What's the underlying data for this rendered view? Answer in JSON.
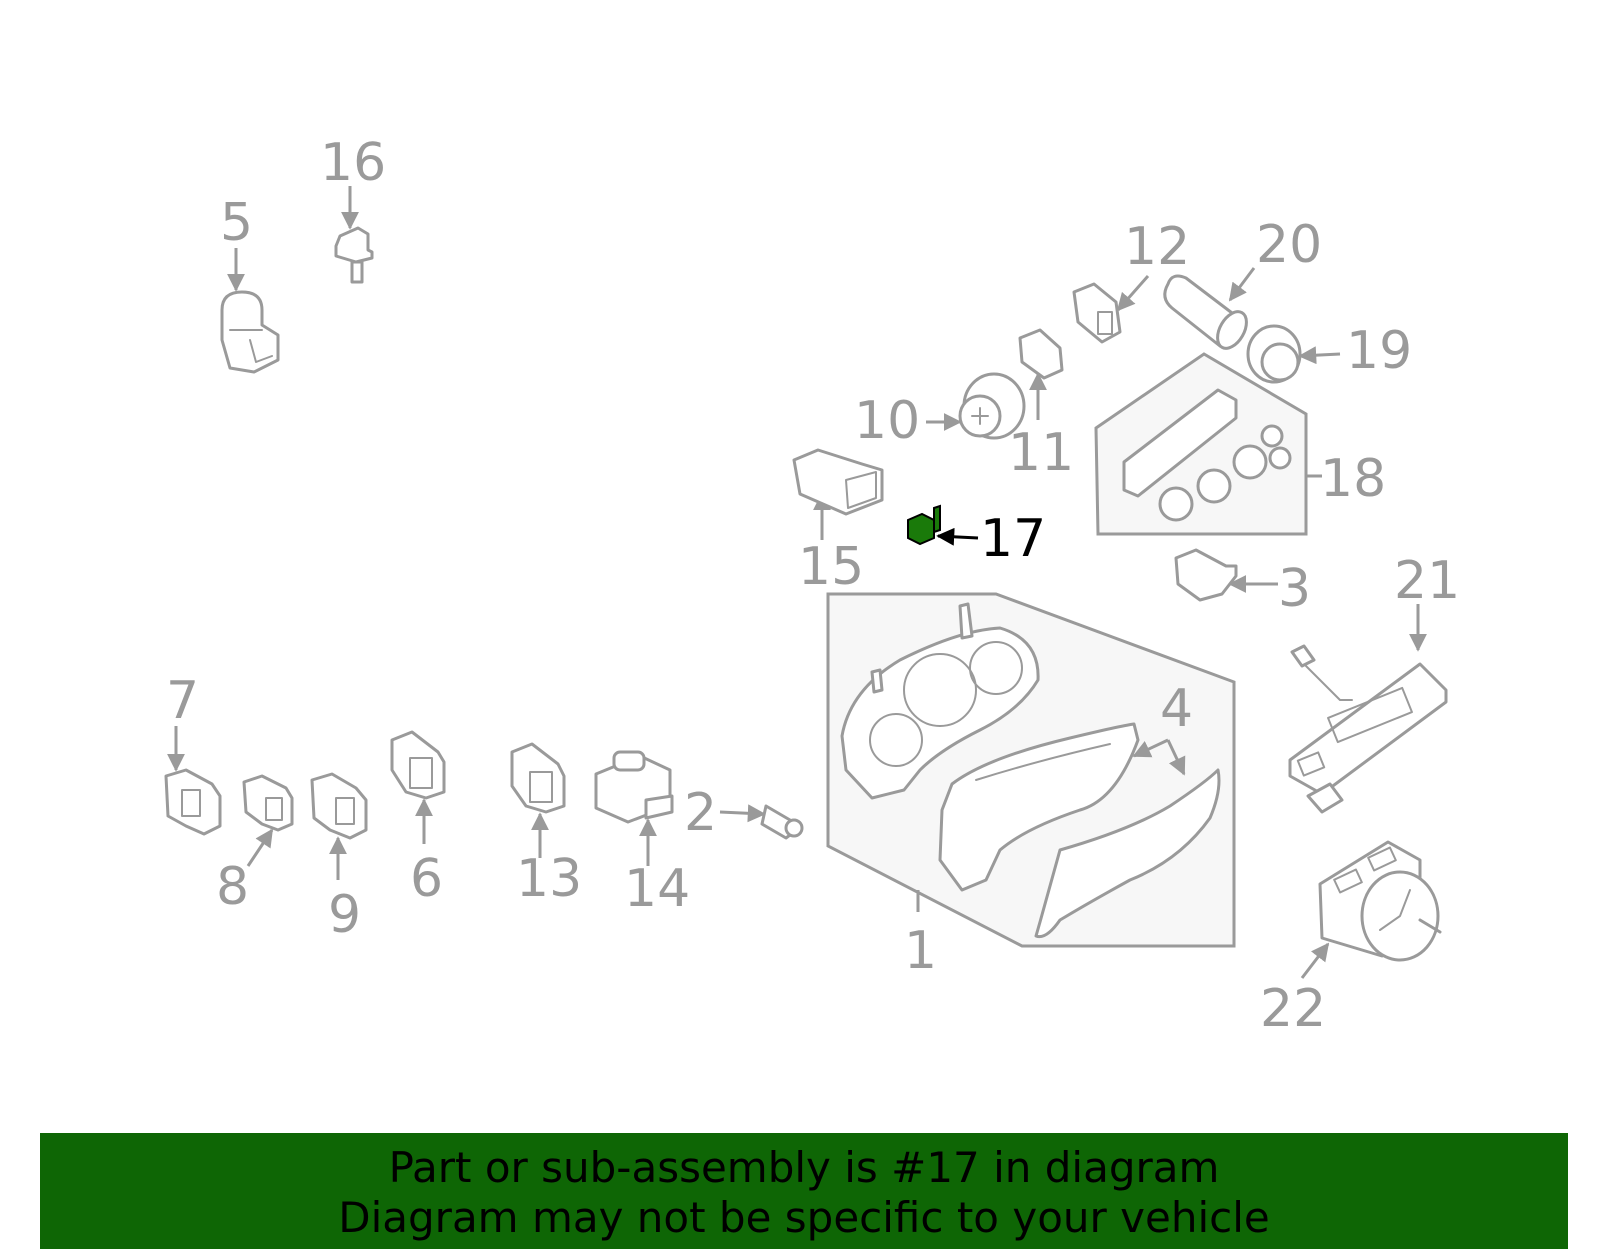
{
  "diagram": {
    "highlight_part": "17",
    "highlight_color": "#1a7a0a",
    "line_color": "#9a9a9a",
    "callouts": [
      "1",
      "2",
      "3",
      "4",
      "5",
      "6",
      "7",
      "8",
      "9",
      "10",
      "11",
      "12",
      "13",
      "14",
      "15",
      "16",
      "17",
      "18",
      "19",
      "20",
      "21",
      "22"
    ]
  },
  "banner": {
    "background": "#0e6605",
    "line1": "Part or sub-assembly is #17 in diagram",
    "line2": "Diagram may not be specific to your vehicle"
  }
}
